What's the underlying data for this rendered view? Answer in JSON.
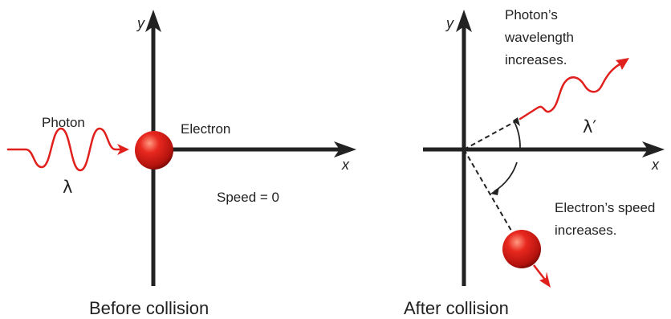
{
  "before": {
    "axis_y": "y",
    "axis_x": "x",
    "photon_label": "Photon",
    "wavelength_symbol": "λ",
    "electron_label": "Electron",
    "speed_label": "Speed = 0",
    "caption": "Before collision"
  },
  "after": {
    "axis_y": "y",
    "axis_x": "x",
    "photon_note_line1": "Photon’s",
    "photon_note_line2": "wavelength",
    "photon_note_line3": "increases.",
    "wavelength_symbol": "λ′",
    "electron_note_line1": "Electron’s speed",
    "electron_note_line2": "increases.",
    "caption": "After collision"
  },
  "colors": {
    "axis": "#222222",
    "photon": "#e0201c",
    "electron_core": "#d81e1a",
    "electron_highlight": "#ff8a74",
    "electron_shadow": "#8c0c08"
  }
}
